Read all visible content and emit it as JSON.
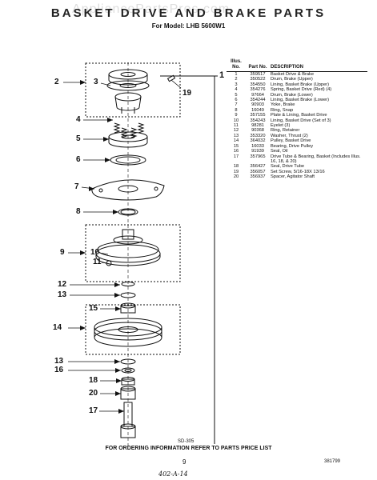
{
  "watermark": "AppliancePartsPros.com",
  "title": "BASKET DRIVE AND BRAKE PARTS",
  "subtitle": "For Model: LHB 5600W1",
  "table_headers": {
    "illus": "Illus. No.",
    "part": "Part No.",
    "desc": "DESCRIPTION"
  },
  "parts": [
    {
      "illus": "1",
      "part": "359517",
      "desc": "Basket Drive & Brake"
    },
    {
      "illus": "2",
      "part": "350522",
      "desc": "Drum, Brake (Upper)"
    },
    {
      "illus": "3",
      "part": "354550",
      "desc": "Lining, Basket Brake (Upper)"
    },
    {
      "illus": "4",
      "part": "354276",
      "desc": "Spring, Basket Drive (Red) (4)"
    },
    {
      "illus": "5",
      "part": "97664",
      "desc": "Drum, Brake (Lower)"
    },
    {
      "illus": "6",
      "part": "354244",
      "desc": "Lining, Basket Brake (Lower)"
    },
    {
      "illus": "7",
      "part": "90903",
      "desc": "Yoke, Brake"
    },
    {
      "illus": "8",
      "part": "16049",
      "desc": "Ring, Snap"
    },
    {
      "illus": "9",
      "part": "357155",
      "desc": "Plate & Lining, Basket Drive"
    },
    {
      "illus": "10",
      "part": "354243",
      "desc": "Lining, Basket Drive (Set of 3)"
    },
    {
      "illus": "11",
      "part": "98281",
      "desc": "Eyelet (3)"
    },
    {
      "illus": "12",
      "part": "90368",
      "desc": "Ring, Retainer"
    },
    {
      "illus": "13",
      "part": "353320",
      "desc": "Washer, Thrust (2)"
    },
    {
      "illus": "14",
      "part": "364032",
      "desc": "Pulley, Basket Drive"
    },
    {
      "illus": "15",
      "part": "16033",
      "desc": "Bearing, Drive Pulley"
    },
    {
      "illus": "16",
      "part": "91939",
      "desc": "Seal, Oil"
    },
    {
      "illus": "17",
      "part": "357965",
      "desc": "Drive Tube & Bearing, Basket (Includes Illus. 16, 18, & 20)"
    },
    {
      "illus": "18",
      "part": "356427",
      "desc": "Seal, Drive Tube"
    },
    {
      "illus": "19",
      "part": "356057",
      "desc": "Set Screw, 5/16-18X 13/16"
    },
    {
      "illus": "20",
      "part": "356937",
      "desc": "Spacer, Agitator Shaft"
    }
  ],
  "callouts": {
    "c1": "1",
    "c2": "2",
    "c3": "3",
    "c19": "19",
    "c4": "4",
    "c5": "5",
    "c6": "6",
    "c7": "7",
    "c8": "8",
    "c9": "9",
    "c10": "10",
    "c11": "11",
    "c12": "12",
    "c13a": "13",
    "c15": "15",
    "c14": "14",
    "c13b": "13",
    "c16": "16",
    "c18": "18",
    "c20": "20",
    "c17": "17"
  },
  "diagram_code": "SD-305",
  "footer_note": "FOR ORDERING INFORMATION REFER TO PARTS PRICE LIST",
  "page_number": "9",
  "page_code": "381799",
  "handwritten": "402-A-14"
}
